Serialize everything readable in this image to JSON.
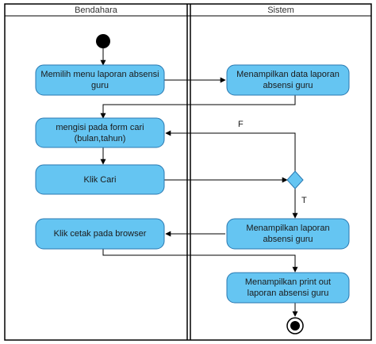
{
  "lanes": {
    "left": {
      "title": "Bendahara"
    },
    "right": {
      "title": "Sistem"
    }
  },
  "actions": {
    "a1": "Memilih menu laporan absensi guru",
    "a2": "mengisi pada form cari (bulan,tahun)",
    "a3": "Klik Cari",
    "a4": "Klik cetak pada browser",
    "s1": "Menampilkan data laporan absensi guru",
    "s2": "Menampilkan laporan absensi guru",
    "s3": "Menampilkan print out laporan absensi guru"
  },
  "guards": {
    "false": "F",
    "true": "T"
  },
  "colors": {
    "action_fill": "#65c5f2",
    "action_stroke": "#2a78b0",
    "lane_border": "#000000",
    "arrow": "#000000"
  }
}
